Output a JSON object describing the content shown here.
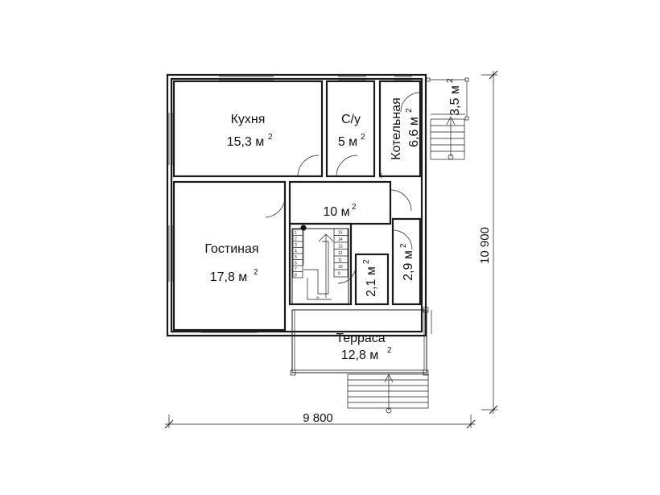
{
  "rooms": {
    "kitchen": {
      "name": "Кухня",
      "area": "15,3 м",
      "sup": "2"
    },
    "wc": {
      "name": "С/у",
      "area": "5 м",
      "sup": "2"
    },
    "boiler": {
      "name": "Котельная",
      "area": "6,6 м",
      "sup": "2"
    },
    "porch": {
      "area": "3,5 м",
      "sup": "2"
    },
    "hall": {
      "area": "10 м",
      "sup": "2"
    },
    "living": {
      "name": "Гостиная",
      "area": "17,8 м",
      "sup": "2"
    },
    "closet_a": {
      "area": "2,1 м",
      "sup": "2"
    },
    "closet_b": {
      "area": "2,9 м",
      "sup": "2"
    },
    "terrace": {
      "name": "Терраса",
      "area": "12,8 м",
      "sup": "2"
    }
  },
  "dimensions": {
    "width": "9 800",
    "height": "10 900"
  },
  "stairs": {
    "left": [
      "1",
      "2",
      "3",
      "4",
      "5",
      "6",
      "7",
      "8"
    ],
    "right": [
      "15",
      "14",
      "13",
      "12",
      "11",
      "10",
      "9"
    ]
  }
}
